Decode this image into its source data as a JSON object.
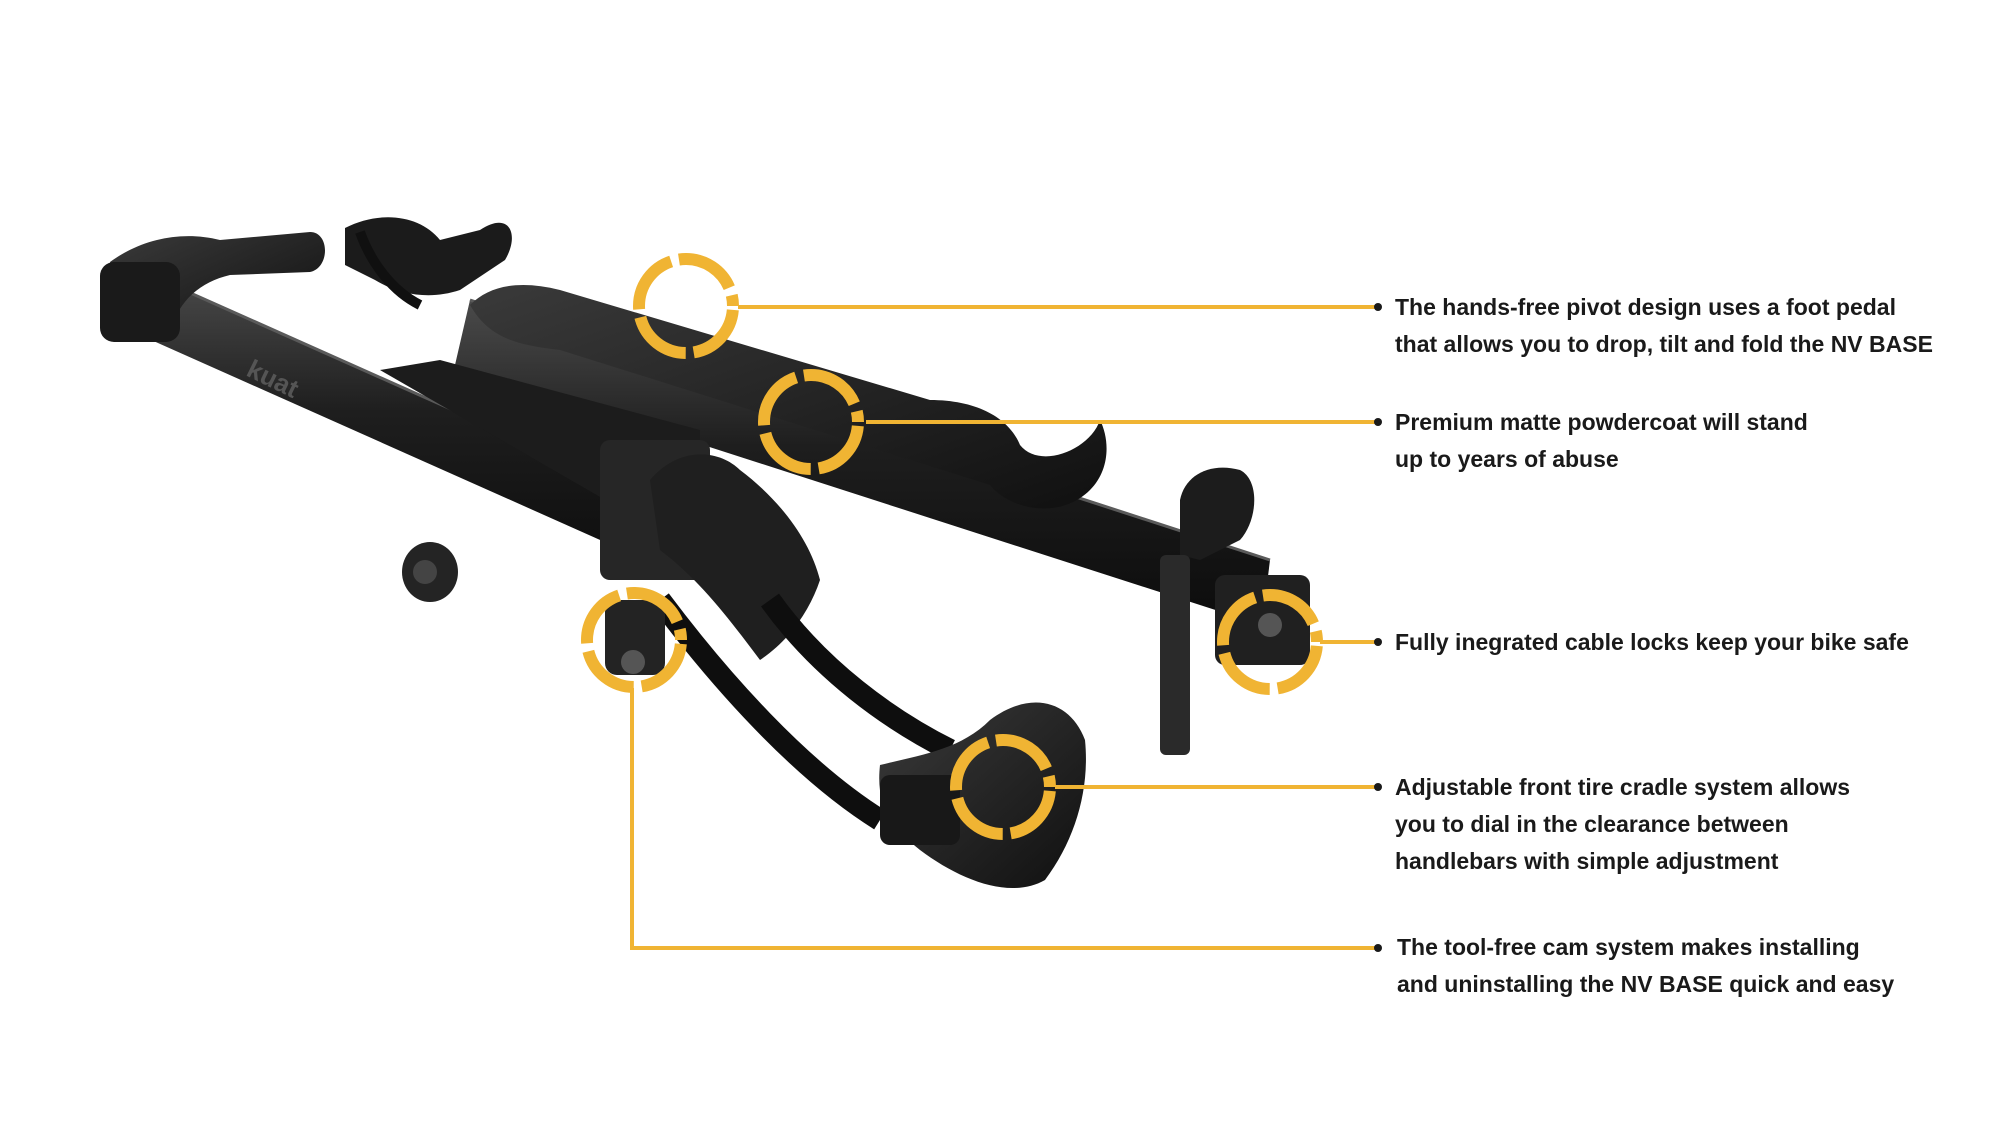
{
  "colors": {
    "accent": "#f0b433",
    "rack_dark": "#151515",
    "rack_mid": "#2a2a2a",
    "rack_light": "#4a4a4a",
    "text": "#1a1a1a",
    "background": "#ffffff"
  },
  "product": {
    "brand_mark": "kuat"
  },
  "callouts": [
    {
      "id": "pivot",
      "lines": [
        "The hands-free pivot design uses a foot pedal",
        "that allows you to drop, tilt and fold the NV BASE"
      ]
    },
    {
      "id": "powdercoat",
      "lines": [
        "Premium matte powdercoat will stand",
        "up to years of abuse"
      ]
    },
    {
      "id": "cable-locks",
      "lines": [
        "Fully inegrated cable locks keep your bike safe"
      ]
    },
    {
      "id": "tire-cradle",
      "lines": [
        "Adjustable front tire cradle system allows",
        "you to dial in the clearance between",
        "handlebars with simple adjustment"
      ]
    },
    {
      "id": "cam-system",
      "lines": [
        "The tool-free cam system makes installing",
        "and uninstalling the NV BASE quick and easy"
      ]
    }
  ]
}
